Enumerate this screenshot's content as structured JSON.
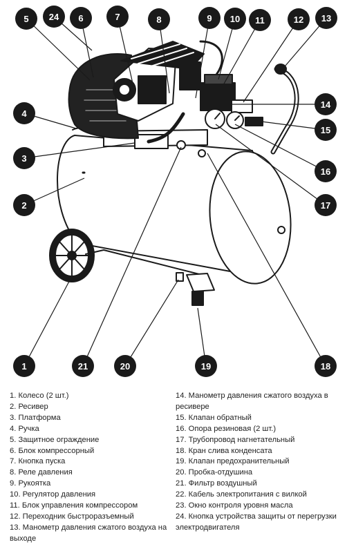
{
  "diagram": {
    "callouts": [
      {
        "num": "1"
      },
      {
        "num": "2"
      },
      {
        "num": "3"
      },
      {
        "num": "4"
      },
      {
        "num": "5"
      },
      {
        "num": "6"
      },
      {
        "num": "7"
      },
      {
        "num": "8"
      },
      {
        "num": "9"
      },
      {
        "num": "10"
      },
      {
        "num": "11"
      },
      {
        "num": "12"
      },
      {
        "num": "13"
      },
      {
        "num": "14"
      },
      {
        "num": "15"
      },
      {
        "num": "16"
      },
      {
        "num": "17"
      },
      {
        "num": "18"
      },
      {
        "num": "19"
      },
      {
        "num": "20"
      },
      {
        "num": "21"
      },
      {
        "num": "24"
      }
    ]
  },
  "legend": {
    "left": [
      "1. Колесо (2 шт.)",
      "2. Ресивер",
      "3. Платформа",
      "4. Ручка",
      "5. Защитное ограждение",
      "6. Блок компрессорный",
      "7. Кнопка пуска",
      "8. Реле давления",
      "9. Рукоятка",
      "10. Регулятор давления",
      "11. Блок управления компрессором",
      "12. Переходник быстроразъемный",
      "13. Манометр давления сжатого воздуха на выходе"
    ],
    "right": [
      "14. Манометр давления сжатого воздуха в ресивере",
      "15. Клапан обратный",
      "16. Опора резиновая (2 шт.)",
      "17. Трубопровод нагнетательный",
      "18. Кран слива конденсата",
      "19. Клапан предохранительный",
      "20. Пробка-отдушина",
      "21. Фильтр воздушный",
      "22. Кабель электропитания с вилкой",
      "23. Окно контроля уровня масла",
      "24. Кнопка устройства защиты от перегрузки электродвигателя"
    ]
  },
  "colors": {
    "callout_fill": "#1a1a1a",
    "line": "#1a1a1a"
  }
}
